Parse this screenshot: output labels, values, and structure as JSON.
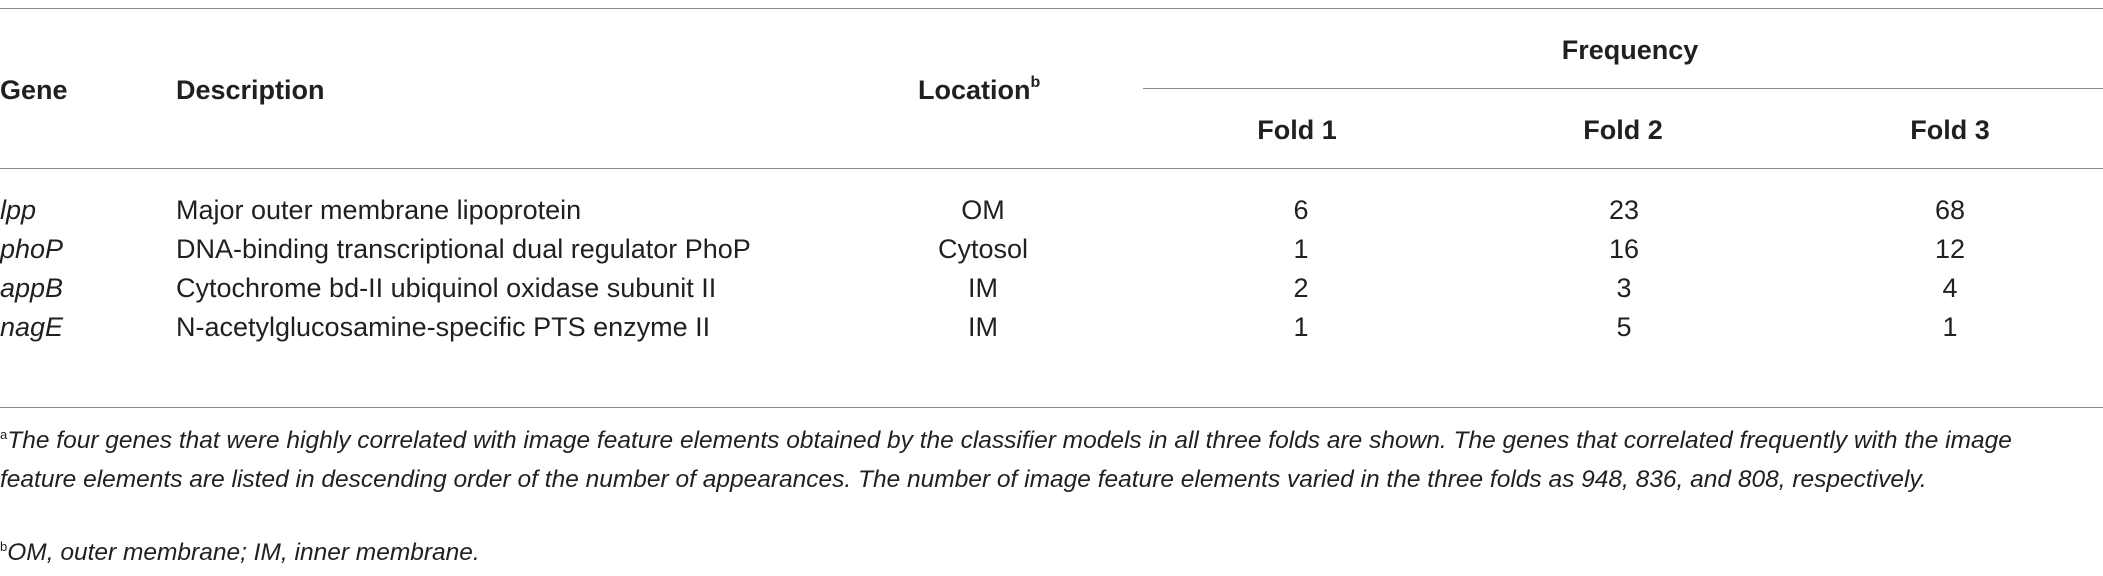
{
  "table": {
    "headers": {
      "gene": "Gene",
      "description": "Description",
      "location": "Location",
      "location_sup": "b",
      "frequency": "Frequency",
      "folds": [
        "Fold 1",
        "Fold 2",
        "Fold 3"
      ]
    },
    "rows": [
      {
        "gene": "lpp",
        "description": "Major outer membrane lipoprotein",
        "location": "OM",
        "fold1": "6",
        "fold2": "23",
        "fold3": "68"
      },
      {
        "gene": "phoP",
        "description": "DNA-binding transcriptional dual regulator PhoP",
        "location": "Cytosol",
        "fold1": "1",
        "fold2": "16",
        "fold3": "12"
      },
      {
        "gene": "appB",
        "description": "Cytochrome bd-II ubiquinol oxidase subunit II",
        "location": "IM",
        "fold1": "2",
        "fold2": "3",
        "fold3": "4"
      },
      {
        "gene": "nagE",
        "description": "N-acetylglucosamine-specific PTS enzyme II",
        "location": "IM",
        "fold1": "1",
        "fold2": "5",
        "fold3": "1"
      }
    ]
  },
  "footnotes": {
    "a_mark": "a",
    "a_text": "The four genes that were highly correlated with image feature elements obtained by the classifier models in all three folds are shown. The genes that correlated frequently with the image feature elements are listed in descending order of the number of appearances. The number of image feature elements varied in the three folds as 948, 836, and 808, respectively.",
    "b_mark": "b",
    "b_text": "OM, outer membrane; IM, inner membrane."
  }
}
